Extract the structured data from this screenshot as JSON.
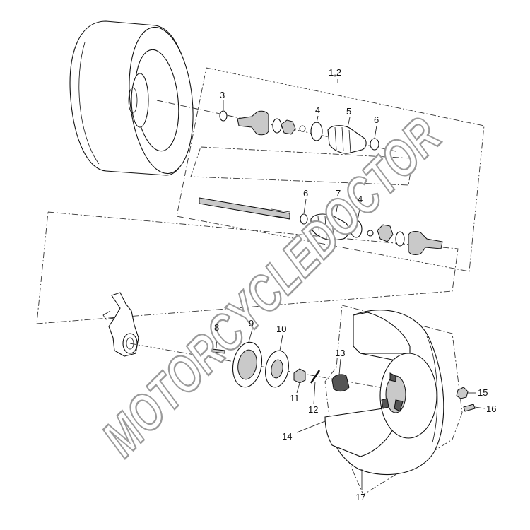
{
  "diagram": {
    "callouts": {
      "c_1_2": "1,2",
      "c_3": "3",
      "c_4a": "4",
      "c_5": "5",
      "c_6a": "6",
      "c_6b": "6",
      "c_7": "7",
      "c_4b": "4",
      "c_8": "8",
      "c_9": "9",
      "c_10": "10",
      "c_11": "11",
      "c_12": "12",
      "c_13": "13",
      "c_14": "14",
      "c_15": "15",
      "c_16": "16",
      "c_17": "17"
    },
    "watermark": "MOTORCYCLEDOCTOR"
  }
}
